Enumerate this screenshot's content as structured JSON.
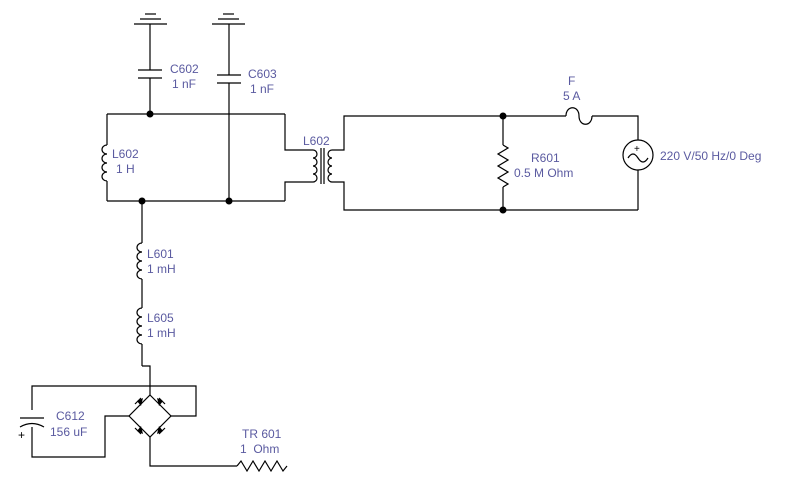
{
  "colors": {
    "label": "#5a5aa0",
    "wire": "#000000",
    "background": "#ffffff"
  },
  "components": {
    "c602": {
      "name": "C602",
      "value": "1 nF"
    },
    "c603": {
      "name": "C603",
      "value": "1 nF"
    },
    "l602_coil": {
      "name": "L602",
      "value": "1 H"
    },
    "transformer": {
      "name": "L602"
    },
    "fuse": {
      "name": "F",
      "value": "5 A"
    },
    "r601": {
      "name": "R601",
      "value": "0.5 M Ohm"
    },
    "source": {
      "value": "220 V/50 Hz/0 Deg"
    },
    "l601": {
      "name": "L601",
      "value": "1 mH"
    },
    "l605": {
      "name": "L605",
      "value": "1 mH"
    },
    "c612": {
      "name": "C612",
      "value": "156 uF",
      "polarity": "+"
    },
    "tr601": {
      "name": "TR 601",
      "value": "1  Ohm"
    },
    "source_symbol": "+"
  }
}
